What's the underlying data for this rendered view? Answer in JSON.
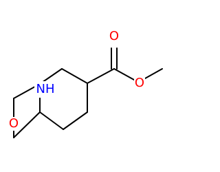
{
  "molecule": {
    "atoms": {
      "oxygen_ring": {
        "label": "O",
        "color": "#ff0000"
      },
      "nitrogen_bridge": {
        "label": "NH",
        "color": "#0000ff"
      },
      "oxygen_carbonyl": {
        "label": "O",
        "color": "#ff0000"
      },
      "oxygen_ester": {
        "label": "O",
        "color": "#ff0000"
      }
    },
    "bond_color": "#000000"
  }
}
